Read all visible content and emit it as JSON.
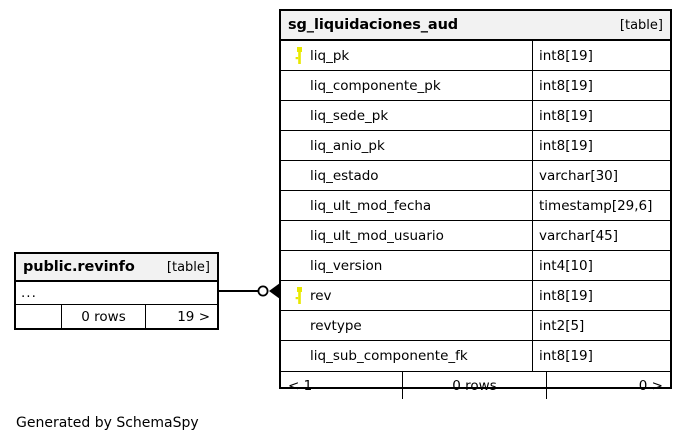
{
  "diagram": {
    "caption": "Generated by SchemaSpy",
    "accent_key_color": "#e8e800",
    "header_background": "#f2f2f2",
    "border_color": "#000000"
  },
  "main_table": {
    "name": "sg_liquidaciones_aud",
    "kind": "[table]",
    "columns": [
      {
        "key_icon": "primary-key-icon",
        "is_key": true,
        "name": "liq_pk",
        "type": "int8[19]"
      },
      {
        "key_icon": "",
        "is_key": false,
        "name": "liq_componente_pk",
        "type": "int8[19]"
      },
      {
        "key_icon": "",
        "is_key": false,
        "name": "liq_sede_pk",
        "type": "int8[19]"
      },
      {
        "key_icon": "",
        "is_key": false,
        "name": "liq_anio_pk",
        "type": "int8[19]"
      },
      {
        "key_icon": "",
        "is_key": false,
        "name": "liq_estado",
        "type": "varchar[30]"
      },
      {
        "key_icon": "",
        "is_key": false,
        "name": "liq_ult_mod_fecha",
        "type": "timestamp[29,6]"
      },
      {
        "key_icon": "",
        "is_key": false,
        "name": "liq_ult_mod_usuario",
        "type": "varchar[45]"
      },
      {
        "key_icon": "",
        "is_key": false,
        "name": "liq_version",
        "type": "int4[10]"
      },
      {
        "key_icon": "primary-key-icon",
        "is_key": true,
        "name": "rev",
        "type": "int8[19]"
      },
      {
        "key_icon": "",
        "is_key": false,
        "name": "revtype",
        "type": "int2[5]"
      },
      {
        "key_icon": "",
        "is_key": false,
        "name": "liq_sub_componente_fk",
        "type": "int8[19]"
      }
    ],
    "footer": {
      "left": "< 1",
      "middle": "0 rows",
      "right": "0 >"
    }
  },
  "ref_table": {
    "name": "public.revinfo",
    "kind": "[table]",
    "ellipsis": "...",
    "footer": {
      "left": "",
      "middle": "0 rows",
      "right": "19 >"
    }
  },
  "relationship": {
    "name": "revinfo-to-sg_liquidaciones_aud",
    "source_cardinality": "zero-or-one-circle",
    "target_cardinality": "many-crows-foot"
  }
}
